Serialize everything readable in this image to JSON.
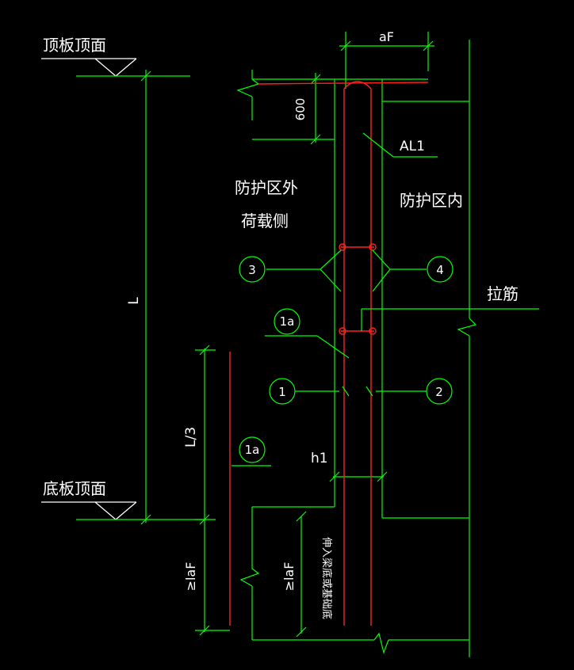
{
  "labels": {
    "top_slab": "顶板顶面",
    "bottom_slab": "底板顶面",
    "outside_line1": "防护区外",
    "outside_line2": "荷载侧",
    "inside": "防护区内",
    "tie_bar": "拉筋",
    "wall": "AL1",
    "dim_af": "aF",
    "dim_600": "600",
    "dim_L": "L",
    "dim_L3": "L/3",
    "dim_h1": "h1",
    "dim_laF_left": "≥laF",
    "dim_laF_mid": "≥laF",
    "embed_note": "伸入梁底或基础底"
  },
  "callouts": {
    "c1": "1",
    "c1a_top": "1a",
    "c1a_bottom": "1a",
    "c2": "2",
    "c3": "3",
    "c4": "4"
  },
  "colors": {
    "background": "#000000",
    "geometry": "#00ff00",
    "rebar": "#ff2020",
    "text": "#ffffff"
  }
}
